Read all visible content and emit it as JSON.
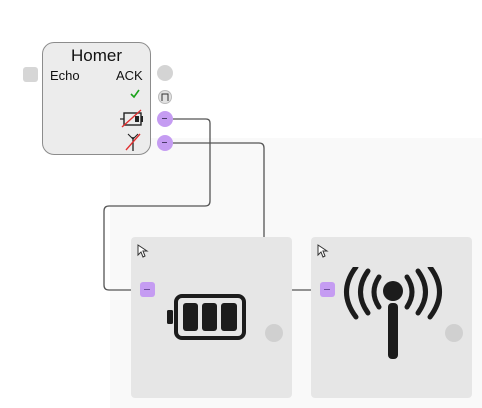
{
  "node": {
    "title": "Homer",
    "input_label": "Echo",
    "ack_label": "ACK",
    "ack_icon": "check-icon",
    "outputs": [
      "ack-port",
      "pulse-port",
      "battery-low-port",
      "no-signal-port"
    ]
  },
  "tiles": [
    {
      "icon": "battery-full-icon"
    },
    {
      "icon": "antenna-signal-icon"
    }
  ],
  "colors": {
    "port_purple": "#c59cf2",
    "check_green": "#1aa31a",
    "alert_red": "#e03030",
    "wire": "#555555"
  }
}
